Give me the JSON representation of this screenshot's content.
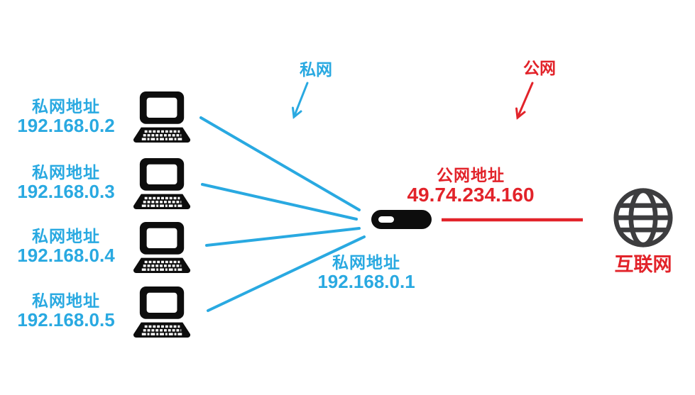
{
  "legend": {
    "private": {
      "label": "私网",
      "color": "#29a9e1"
    },
    "public": {
      "label": "公网",
      "color": "#e2232a"
    }
  },
  "clients": [
    {
      "address_label": "私网地址",
      "ip": "192.168.0.2"
    },
    {
      "address_label": "私网地址",
      "ip": "192.168.0.3"
    },
    {
      "address_label": "私网地址",
      "ip": "192.168.0.4"
    },
    {
      "address_label": "私网地址",
      "ip": "192.168.0.5"
    }
  ],
  "router": {
    "public": {
      "address_label": "公网地址",
      "ip": "49.74.234.160"
    },
    "private": {
      "address_label": "私网地址",
      "ip": "192.168.0.1"
    }
  },
  "internet": {
    "label": "互联网"
  },
  "icons": {
    "client": "laptop-icon",
    "gateway": "router-icon",
    "internet": "globe-icon"
  },
  "colors": {
    "private_accent": "#29a9e1",
    "public_accent": "#e2232a",
    "device_black": "#0d0d0d",
    "globe_gray": "#3d3d3f",
    "background": "#ffffff"
  }
}
